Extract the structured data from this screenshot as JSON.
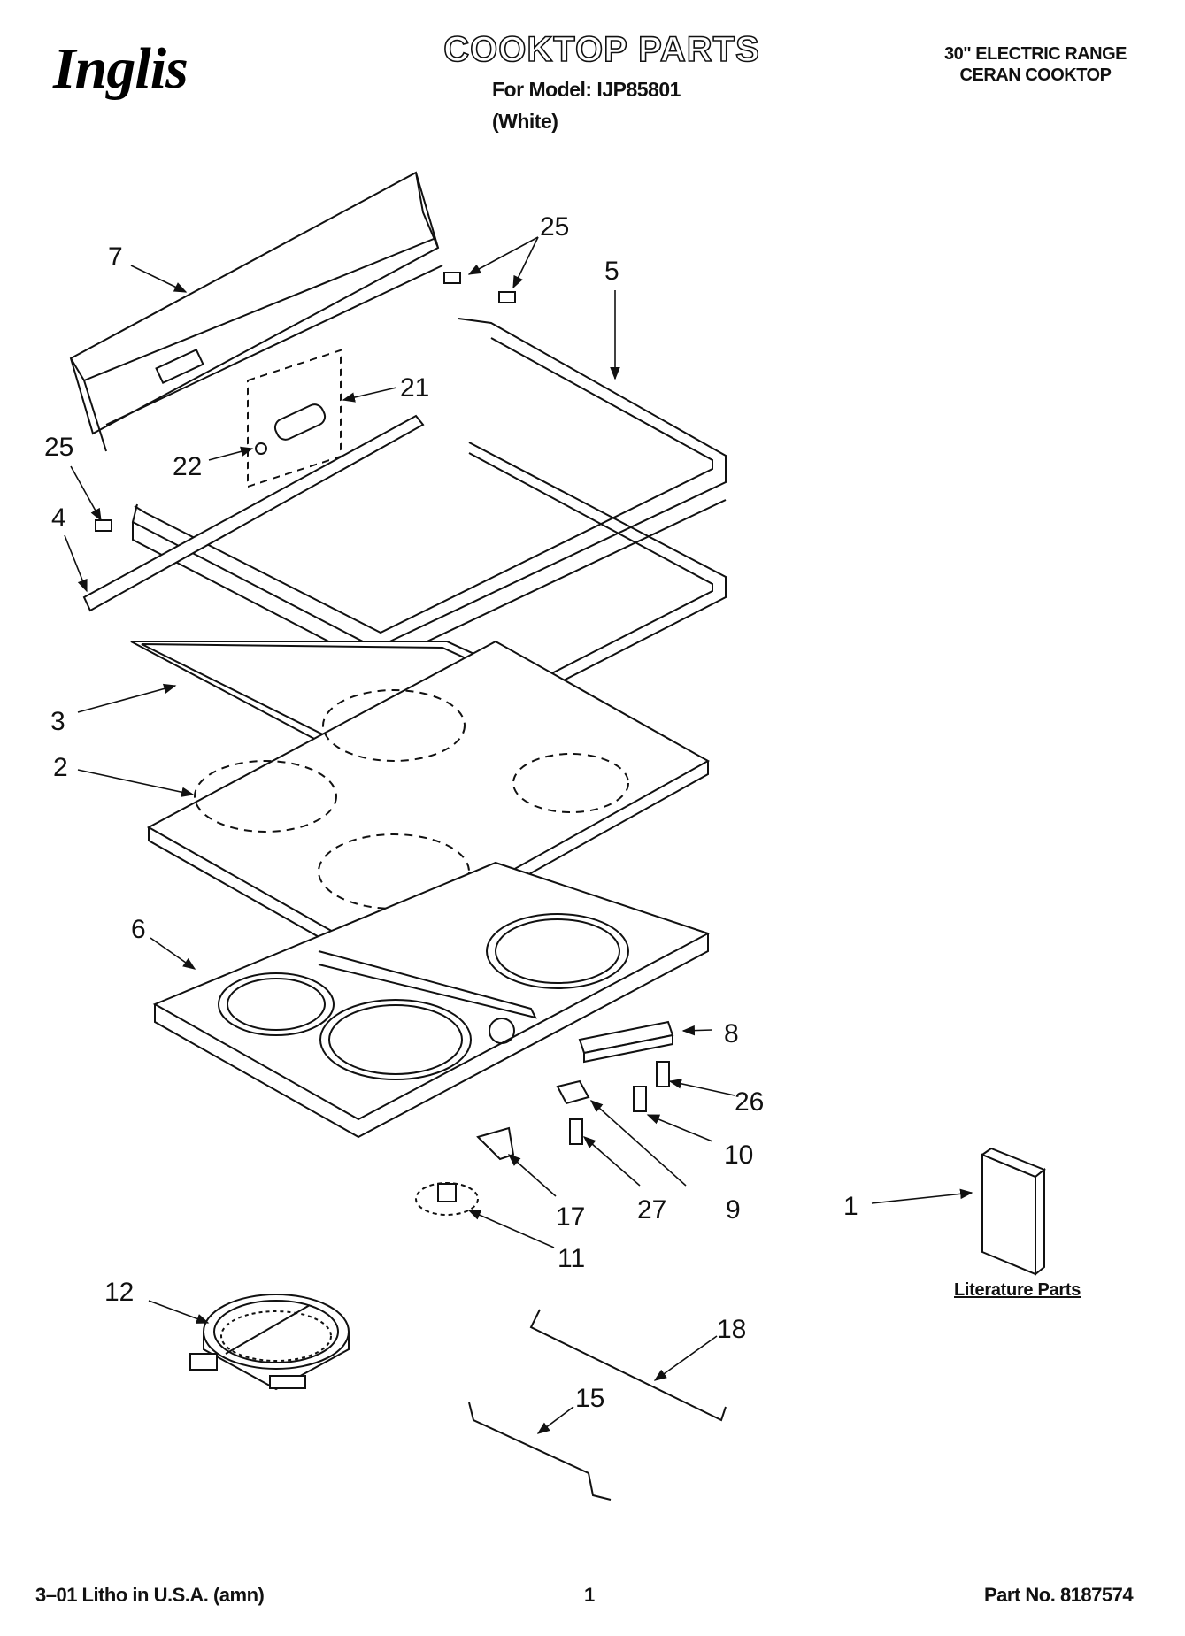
{
  "header": {
    "brand": "Inglis",
    "title": "COOKTOP PARTS",
    "model_line": "For Model: IJP85801",
    "color_line": "(White)",
    "spec_line1": "30\" ELECTRIC RANGE",
    "spec_line2": "CERAN COOKTOP"
  },
  "diagram": {
    "callouts": {
      "c7": "7",
      "c25a": "25",
      "c5": "5",
      "c21": "21",
      "c22": "22",
      "c25b": "25",
      "c4": "4",
      "c3": "3",
      "c2": "2",
      "c6": "6",
      "c8": "8",
      "c26": "26",
      "c10": "10",
      "c9": "9",
      "c27": "27",
      "c17": "17",
      "c11": "11",
      "c1": "1",
      "c12": "12",
      "c18": "18",
      "c15": "15"
    },
    "literature_label": "Literature Parts"
  },
  "footer": {
    "left": "3–01 Litho in U.S.A. (amn)",
    "page": "1",
    "part_no": "Part No. 8187574"
  }
}
